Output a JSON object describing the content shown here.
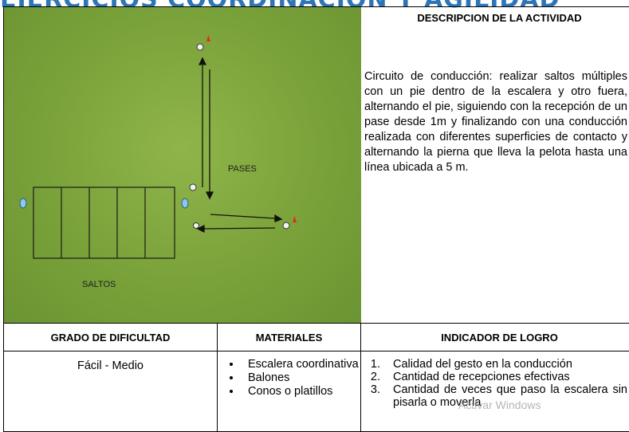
{
  "page": {
    "top_title": "EJERCICIOS COORDINACIÓN Y AGILIDAD"
  },
  "field": {
    "label_pases": "PASES",
    "label_saltos": "SALTOS",
    "grass_color": "#7aa23a",
    "cone_color": "#e52b20"
  },
  "description": {
    "header": "DESCRIPCION DE LA ACTIVIDAD",
    "text": "Circuito de conducción: realizar saltos múltiples con un pie dentro de la escalera y otro fuera, alternando el pie, siguiendo con la recepción de un pase desde 1m y finalizando con una conducción realizada con diferentes superficies de contacto y alternando la pierna que lleva la pelota hasta una línea ubicada a 5 m."
  },
  "columns": {
    "difficulty": "GRADO DE DIFICULTAD",
    "materials": "MATERIALES",
    "indicator": "INDICADOR DE LOGRO"
  },
  "difficulty_value": "Fácil - Medio",
  "materials": [
    "Escalera coordinativa",
    "Balones",
    "Conos o platillos"
  ],
  "indicators": [
    "Calidad del gesto en la conducción",
    "Cantidad de recepciones efectivas",
    "Cantidad de veces que paso la escalera sin pisarla o moverla"
  ],
  "watermark": "Activar Windows"
}
